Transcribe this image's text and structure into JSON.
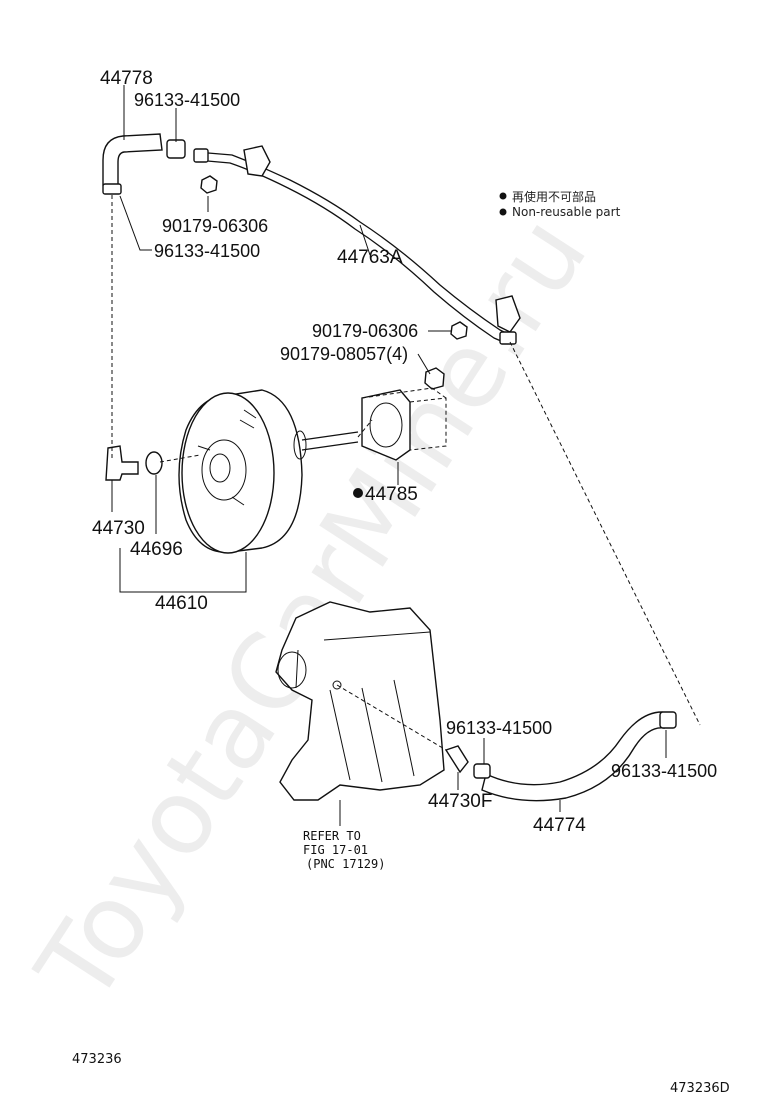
{
  "watermark": "ToyotaCarMine.ru",
  "legend": {
    "line_jp": "再使用不可部品",
    "line_en": "Non-reusable part"
  },
  "parts": {
    "hose_upper": "44778",
    "clamp_upper_a": "96133-41500",
    "nut_upper": "90179-06306",
    "clamp_upper_b": "96133-41500",
    "vacuum_pipe": "44763A",
    "nut_pipe": "90179-06306",
    "nut_booster": "90179-08057(4)",
    "gasket": "44785",
    "check_valve": "44730",
    "grommet": "44696",
    "booster_assy": "44610",
    "clamp_lower_a": "96133-41500",
    "union": "44730F",
    "clamp_lower_b": "96133-41500",
    "hose_lower": "44774"
  },
  "refer": {
    "line1": "REFER TO",
    "line2": "FIG 17-01",
    "line3": "(PNC 17129)"
  },
  "footer": {
    "left_id": "473236",
    "right_id": "473236D"
  }
}
